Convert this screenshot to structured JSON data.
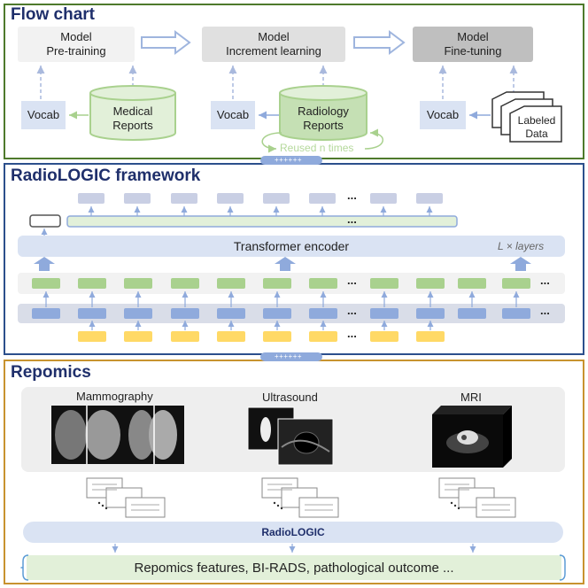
{
  "flow": {
    "title": "Flow chart",
    "pretraining": "Model\nPre-training",
    "increment": "Model\nIncrement learning",
    "finetuning": "Model\nFine-tuning",
    "vocab": "Vocab",
    "medical_reports": "Medical\nReports",
    "radiology_reports": "Radiology\nReports",
    "labeled_data": "Labeled\nData",
    "reused": "Reused n times"
  },
  "connector": "++++++",
  "framework": {
    "title": "RadioLOGIC framework",
    "encoder": "Transformer encoder",
    "layers": "L × layers",
    "ellipsis": "..."
  },
  "repomics": {
    "title": "Repomics",
    "mammography": "Mammography",
    "ultrasound": "Ultrasound",
    "mri": "MRI",
    "radiologic": "RadioLOGIC",
    "outcome": "Repomics features, BI-RADS, pathological outcome ..."
  },
  "colors": {
    "green_border": "#4e7a2c",
    "blue_border": "#2c4f8c",
    "orange_border": "#c8932f",
    "token_gray": "#c9cfe4",
    "token_green": "#a9d18e",
    "token_blue": "#8faadc",
    "token_yellow": "#ffd966"
  }
}
